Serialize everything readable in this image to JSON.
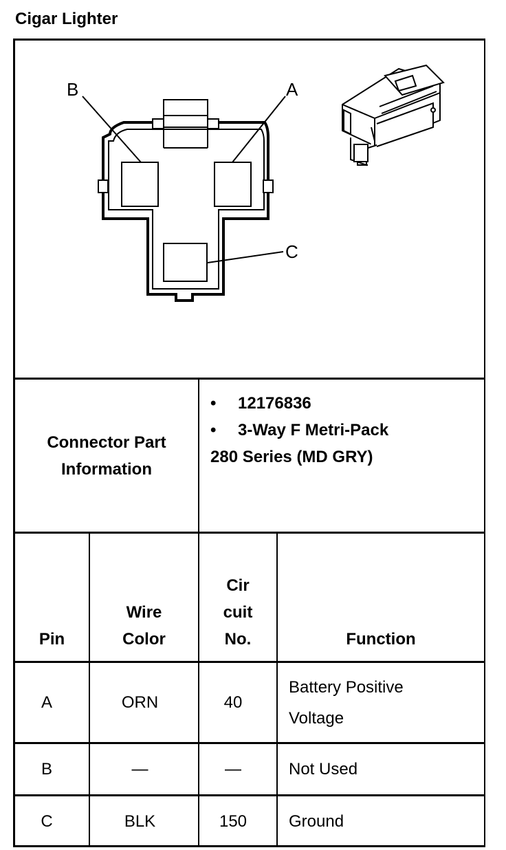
{
  "title": "Cigar Lighter",
  "diagram": {
    "pin_labels": [
      "A",
      "B",
      "C"
    ]
  },
  "part_info": {
    "label_line1": "Connector Part",
    "label_line2": "Information",
    "bullet": "•",
    "items": [
      "12176836",
      "3-Way F Metri-Pack"
    ],
    "continuation": "280 Series (MD GRY)"
  },
  "table": {
    "headers": {
      "pin": "Pin",
      "wire_line1": "Wire",
      "wire_line2": "Color",
      "circuit_line1": "Cir",
      "circuit_line2": "cuit",
      "circuit_line3": "No.",
      "function": "Function"
    },
    "rows": [
      {
        "pin": "A",
        "wire": "ORN",
        "circuit": "40",
        "function_line1": "Battery Positive",
        "function_line2": "Voltage"
      },
      {
        "pin": "B",
        "wire": "—",
        "circuit": "—",
        "function_line1": "Not Used",
        "function_line2": ""
      },
      {
        "pin": "C",
        "wire": "BLK",
        "circuit": "150",
        "function_line1": "Ground",
        "function_line2": ""
      }
    ]
  }
}
